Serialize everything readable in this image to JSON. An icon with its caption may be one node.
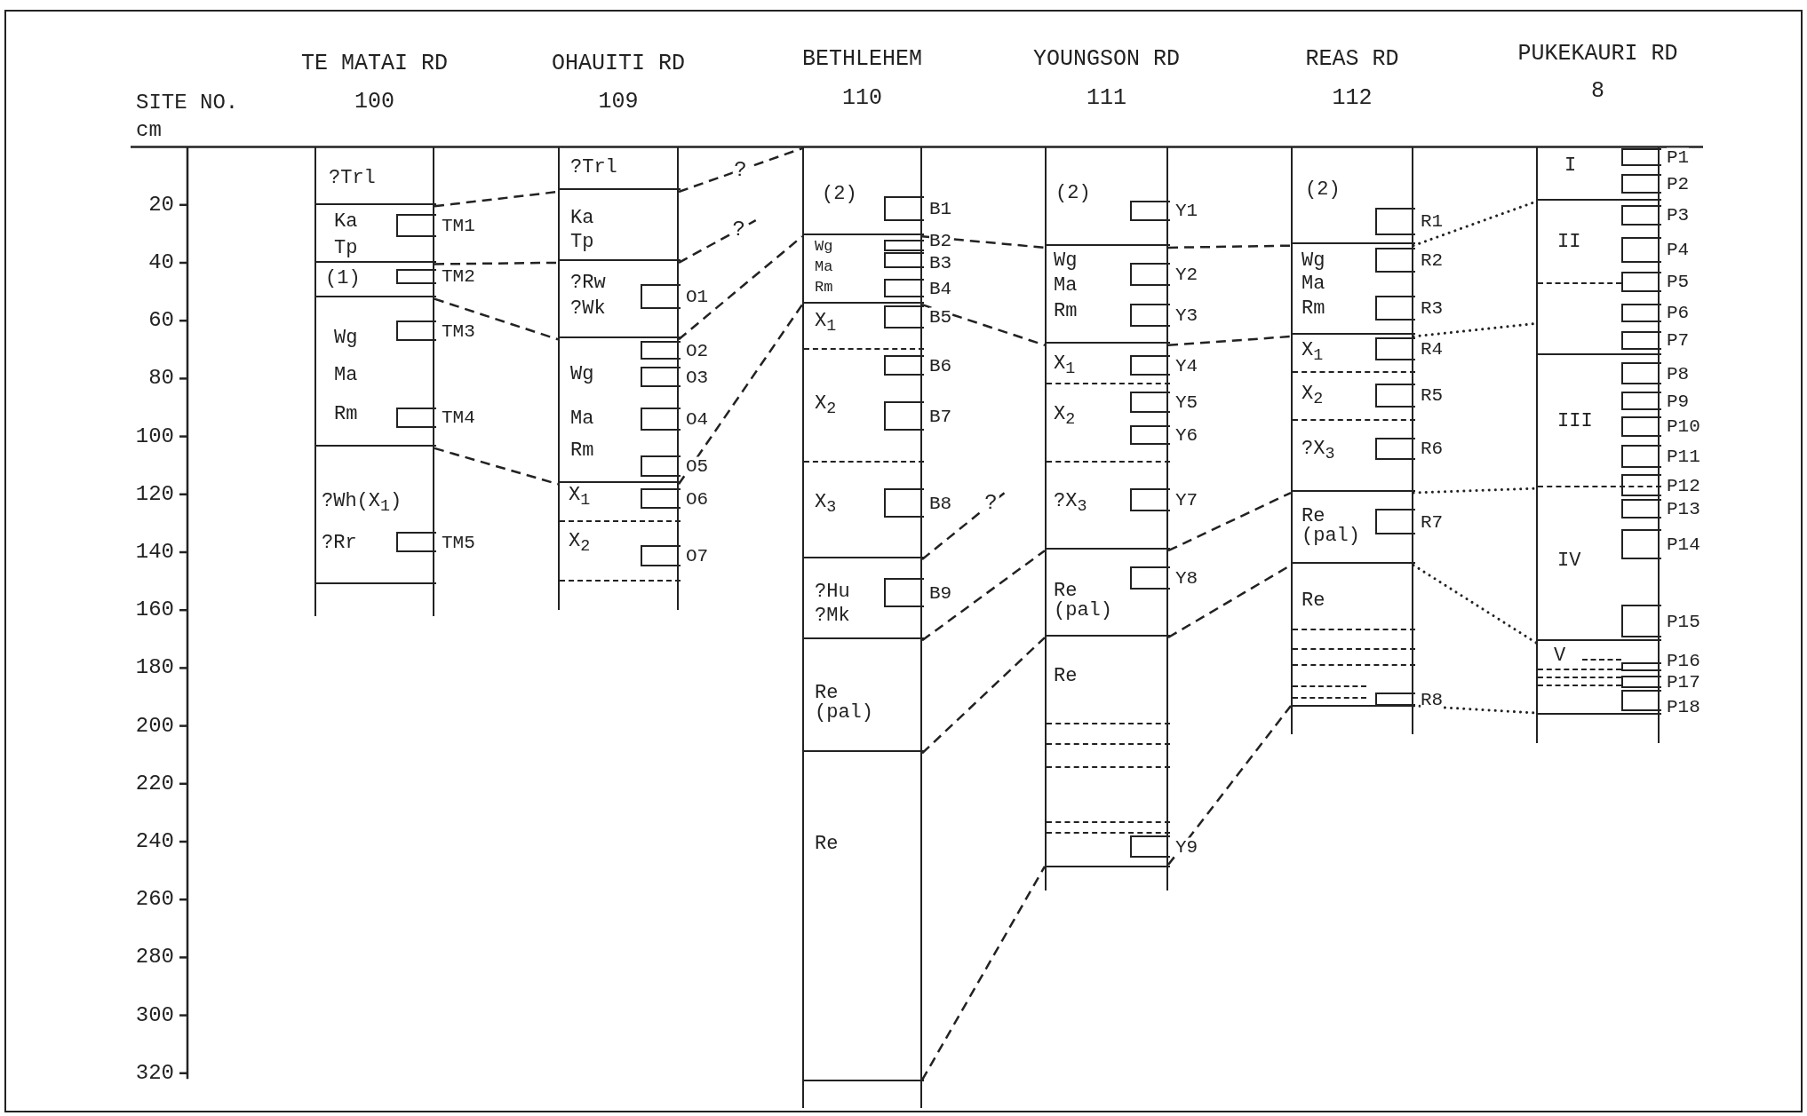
{
  "diagram": {
    "nodes": [
      {
        "text": [],
        "shape": "box"
      },
      {
        "text": [
          "?Trl"
        ],
        "in": 0
      },
      {
        "text": [
          "Ka",
          "Tp"
        ],
        "in": 0
      },
      {
        "text": [],
        "shape": "box",
        "beside": [
          "TM1"
        ],
        "in": 2
      },
      {
        "text": [
          "(1)"
        ],
        "in": 0
      },
      {
        "text": [],
        "shape": "box",
        "beside": [
          "TM2"
        ],
        "in": 4
      },
      {
        "text": [
          "Wg",
          "Ma",
          "Rm"
        ],
        "in": 0
      },
      {
        "text": [],
        "shape": "box",
        "beside": [
          "TM3"
        ],
        "in": 6
      },
      {
        "text": [],
        "shape": "box",
        "beside": [
          "TM4"
        ],
        "in": 6
      },
      {
        "text": [
          "?Wh(X$_{1}$)",
          "?Rr"
        ],
        "in": 0
      },
      {
        "text": [],
        "shape": "box",
        "beside": [
          "TM5"
        ],
        "in": 9
      },
      {
        "text": [],
        "shape": "box"
      },
      {
        "text": [
          "?Trl"
        ],
        "in": 11
      },
      {
        "text": [
          "Ka",
          "Tp"
        ],
        "in": 11
      },
      {
        "text": [
          "?Rw",
          "?Wk"
        ],
        "in": 11
      },
      {
        "text": [],
        "shape": "box",
        "beside": [
          "O1"
        ],
        "in": 14
      },
      {
        "text": [
          "Wg",
          "Ma",
          "Rm"
        ],
        "in": 11
      },
      {
        "text": [],
        "shape": "box",
        "beside": [
          "O2"
        ],
        "in": 16
      },
      {
        "text": [],
        "shape": "box",
        "beside": [
          "O3"
        ],
        "in": 16
      },
      {
        "text": [],
        "shape": "box",
        "beside": [
          "O4"
        ],
        "in": 16
      },
      {
        "text": [],
        "shape": "box",
        "beside": [
          "O5"
        ],
        "in": 16
      },
      {
        "text": [
          "X$_{1}$"
        ],
        "in": 11
      },
      {
        "text": [],
        "shape": "box",
        "beside": [
          "O6"
        ],
        "in": 21
      },
      {
        "text": [
          "X$_{2}$"
        ],
        "in": 11
      },
      {
        "text": [],
        "shape": "box",
        "beside": [
          "O7"
        ],
        "in": 23
      },
      {
        "text": [],
        "shape": "box"
      },
      {
        "text": [
          "(2)"
        ],
        "in": 25
      },
      {
        "text": [],
        "shape": "box",
        "beside": [
          "B1"
        ],
        "in": 26
      },
      {
        "text": [
          "Wg",
          "Ma",
          "Rm"
        ],
        "in": 25
      },
      {
        "text": [],
        "shape": "box",
        "beside": [
          "B2"
        ],
        "in": 28
      },
      {
        "text": [],
        "shape": "box",
        "beside": [
          "B3"
        ],
        "in": 28
      },
      {
        "text": [],
        "shape": "box",
        "beside": [
          "B4"
        ],
        "in": 28
      },
      {
        "text": [
          "X$_{1}$"
        ],
        "in": 25
      },
      {
        "text": [],
        "shape": "box",
        "beside": [
          "B5"
        ],
        "in": 32
      },
      {
        "text": [
          "X$_{2}$"
        ],
        "in": 25
      },
      {
        "text": [],
        "shape": "box",
        "beside": [
          "B6"
        ],
        "in": 34
      },
      {
        "text": [],
        "shape": "box",
        "beside": [
          "B7"
        ],
        "in": 34
      },
      {
        "text": [
          "X$_{3}$"
        ],
        "in": 25
      },
      {
        "text": [],
        "shape": "box",
        "beside": [
          "B8"
        ],
        "in": 37
      },
      {
        "text": [
          "?Hu",
          "?Mk"
        ],
        "in": 25
      },
      {
        "text": [],
        "shape": "box",
        "beside": [
          "B9"
        ],
        "in": 39
      },
      {
        "text": [
          "Re (pal)"
        ],
        "in": 25
      },
      {
        "text": [
          "Re"
        ],
        "in": 25
      },
      {
        "text": [],
        "shape": "box"
      },
      {
        "text": [
          "(2)"
        ],
        "in": 43
      },
      {
        "text": [],
        "shape": "box",
        "beside": [
          "Y1"
        ],
        "in": 44
      },
      {
        "text": [
          "Wg",
          "Ma",
          "Rm"
        ],
        "in": 43
      },
      {
        "text": [],
        "shape": "box",
        "beside": [
          "Y2"
        ],
        "in": 46
      },
      {
        "text": [],
        "shape": "box",
        "beside": [
          "Y3"
        ],
        "in": 46
      },
      {
        "text": [
          "X$_{1}$"
        ],
        "in": 43
      },
      {
        "text": [],
        "shape": "box",
        "beside": [
          "Y4"
        ],
        "in": 49
      },
      {
        "text": [
          "X$_{2}$"
        ],
        "in": 43
      },
      {
        "text": [],
        "shape": "box",
        "beside": [
          "Y5"
        ],
        "in": 51
      },
      {
        "text": [],
        "shape": "box",
        "beside": [
          "Y6"
        ],
        "in": 51
      },
      {
        "text": [
          "?X$_{3}$"
        ],
        "in": 43
      },
      {
        "text": [],
        "shape": "box",
        "beside": [
          "Y7"
        ],
        "in": 54
      },
      {
        "text": [
          "Re (pal)"
        ],
        "in": 43
      },
      {
        "text": [],
        "shape": "box",
        "beside": [
          "Y8"
        ],
        "in": 56
      },
      {
        "text": [
          "Re"
        ],
        "in": 43
      },
      {
        "text": [],
        "shape": "box",
        "beside": [
          "Y9"
        ],
        "in": 58
      },
      {
        "text": [],
        "shape": "box"
      },
      {
        "text": [
          "(2)"
        ],
        "in": 60
      },
      {
        "text": [],
        "shape": "box",
        "beside": [
          "R1"
        ],
        "in": 61
      },
      {
        "text": [
          "Wg",
          "Ma",
          "Rm"
        ],
        "in": 60
      },
      {
        "text": [],
        "shape": "box",
        "beside": [
          "R2"
        ],
        "in": 63
      },
      {
        "text": [],
        "shape": "box",
        "beside": [
          "R3"
        ],
        "in": 63
      },
      {
        "text": [
          "X$_{1}$"
        ],
        "in": 60
      },
      {
        "text": [],
        "shape": "box",
        "beside": [
          "R4"
        ],
        "in": 66
      },
      {
        "text": [
          "X$_{2}$"
        ],
        "in": 60
      },
      {
        "text": [],
        "shape": "box",
        "beside": [
          "R5"
        ],
        "in": 68
      },
      {
        "text": [
          "?X$_{3}$"
        ],
        "in": 60
      },
      {
        "text": [],
        "shape": "box",
        "beside": [
          "R6"
        ],
        "in": 70
      },
      {
        "text": [
          "Re (pal)"
        ],
        "in": 60
      },
      {
        "text": [],
        "shape": "box",
        "beside": [
          "R7"
        ],
        "in": 72
      },
      {
        "text": [
          "Re"
        ],
        "in": 60
      },
      {
        "text": [],
        "shape": "box",
        "beside": [
          "R8"
        ],
        "in": 74
      },
      {
        "text": [],
        "shape": "box"
      },
      {
        "text": [
          "I"
        ],
        "in": 76
      },
      {
        "text": [],
        "shape": "box",
        "beside": [
          "P1"
        ],
        "in": 77
      },
      {
        "text": [],
        "shape": "box",
        "beside": [
          "P2"
        ],
        "in": 77
      },
      {
        "text": [
          "II"
        ],
        "in": 76
      },
      {
        "text": [],
        "shape": "box",
        "beside": [
          "P3"
        ],
        "in": 80
      },
      {
        "text": [],
        "shape": "box",
        "beside": [
          "P4"
        ],
        "in": 80
      },
      {
        "text": [],
        "shape": "box",
        "beside": [
          "P5"
        ],
        "in": 80
      },
      {
        "text": [],
        "shape": "box",
        "beside": [
          "P6"
        ],
        "in": 80
      },
      {
        "text": [],
        "shape": "box",
        "beside": [
          "P7"
        ],
        "in": 80
      },
      {
        "text": [
          "III"
        ],
        "in": 76
      },
      {
        "text": [],
        "shape": "box",
        "beside": [
          "P8"
        ],
        "in": 86
      },
      {
        "text": [],
        "shape": "box",
        "beside": [
          "P9"
        ],
        "in": 86
      },
      {
        "text": [],
        "shape": "box",
        "beside": [
          "P10"
        ],
        "in": 86
      },
      {
        "text": [],
        "shape": "box",
        "beside": [
          "P11"
        ],
        "in": 86
      },
      {
        "text": [],
        "shape": "box",
        "beside": [
          "P12"
        ],
        "in": 76
      },
      {
        "text": [
          "IV"
        ],
        "in": 76
      },
      {
        "text": [],
        "shape": "box",
        "beside": [
          "P13"
        ],
        "in": 92
      },
      {
        "text": [],
        "shape": "box",
        "beside": [
          "P14"
        ],
        "in": 92
      },
      {
        "text": [],
        "shape": "box",
        "beside": [
          "P15"
        ],
        "in": 92
      },
      {
        "text": [
          "V"
        ],
        "in": 76
      },
      {
        "text": [],
        "shape": "box",
        "beside": [
          "P16"
        ],
        "in": 96
      },
      {
        "text": [],
        "shape": "box",
        "beside": [
          "P17"
        ],
        "in": 96
      },
      {
        "text": [],
        "shape": "box",
        "beside": [
          "P18"
        ],
        "in": 96
      }
    ],
    "edges": [
      {
        "from": 2,
        "to": 13,
        "arrow": "none",
        "style": "dashed"
      },
      {
        "from": 4,
        "to": 14,
        "arrow": "none",
        "style": "dashed"
      },
      {
        "from": 6,
        "to": 16,
        "arrow": "none",
        "style": "dashed"
      },
      {
        "from": 9,
        "to": 21,
        "arrow": "none",
        "style": "dashed"
      },
      {
        "from": 13,
        "to": 26,
        "arrow": "none",
        "style": "dashed",
        "label": "?"
      },
      {
        "from": 14,
        "to": null,
        "arrow": "none",
        "style": "dashed",
        "label": "?"
      },
      {
        "from": 16,
        "to": 28,
        "arrow": "none",
        "style": "dashed"
      },
      {
        "from": 21,
        "to": 32,
        "arrow": "none",
        "style": "dashed"
      },
      {
        "from": 28,
        "to": 46,
        "arrow": "none",
        "style": "dashed"
      },
      {
        "from": 32,
        "to": 49,
        "arrow": "none",
        "style": "dashed"
      },
      {
        "from": 39,
        "to": null,
        "arrow": "none",
        "style": "dashed",
        "label": "?"
      },
      {
        "from": 41,
        "to": 56,
        "arrow": "none",
        "style": "dashed"
      },
      {
        "from": 42,
        "to": 58,
        "arrow": "none",
        "style": "dashed"
      },
      {
        "from": 42,
        "to": 58,
        "arrow": "none",
        "style": "dashed"
      },
      {
        "from": 46,
        "to": 63,
        "arrow": "none",
        "style": "dashed"
      },
      {
        "from": 49,
        "to": 66,
        "arrow": "none",
        "style": "dashed"
      },
      {
        "from": 56,
        "to": 72,
        "arrow": "none",
        "style": "dashed"
      },
      {
        "from": 58,
        "to": 74,
        "arrow": "none",
        "style": "dashed"
      },
      {
        "from": 58,
        "to": 74,
        "arrow": "none",
        "style": "dashed"
      },
      {
        "from": 63,
        "to": 80,
        "arrow": "none"
      },
      {
        "from": 66,
        "to": 80,
        "arrow": "none"
      },
      {
        "from": 72,
        "to": 92,
        "arrow": "none"
      },
      {
        "from": 74,
        "to": 96,
        "arrow": "none"
      },
      {
        "from": 74,
        "to": 96,
        "arrow": "none"
      }
    ],
    "labels": [
      "TE MATAI RD",
      "OHAUITI RD",
      "BETHLEHEM",
      "YOUNGSON RD",
      "REAS RD",
      "PUKEKAURI RD",
      "SITE NO.",
      "100",
      "109",
      "110",
      "111",
      "112",
      "8",
      "cm",
      "20",
      "40",
      "60",
      "80",
      "100",
      "120",
      "140",
      "160",
      "180",
      "200",
      "220",
      "240",
      "260",
      "280",
      "300",
      "320"
    ]
  }
}
